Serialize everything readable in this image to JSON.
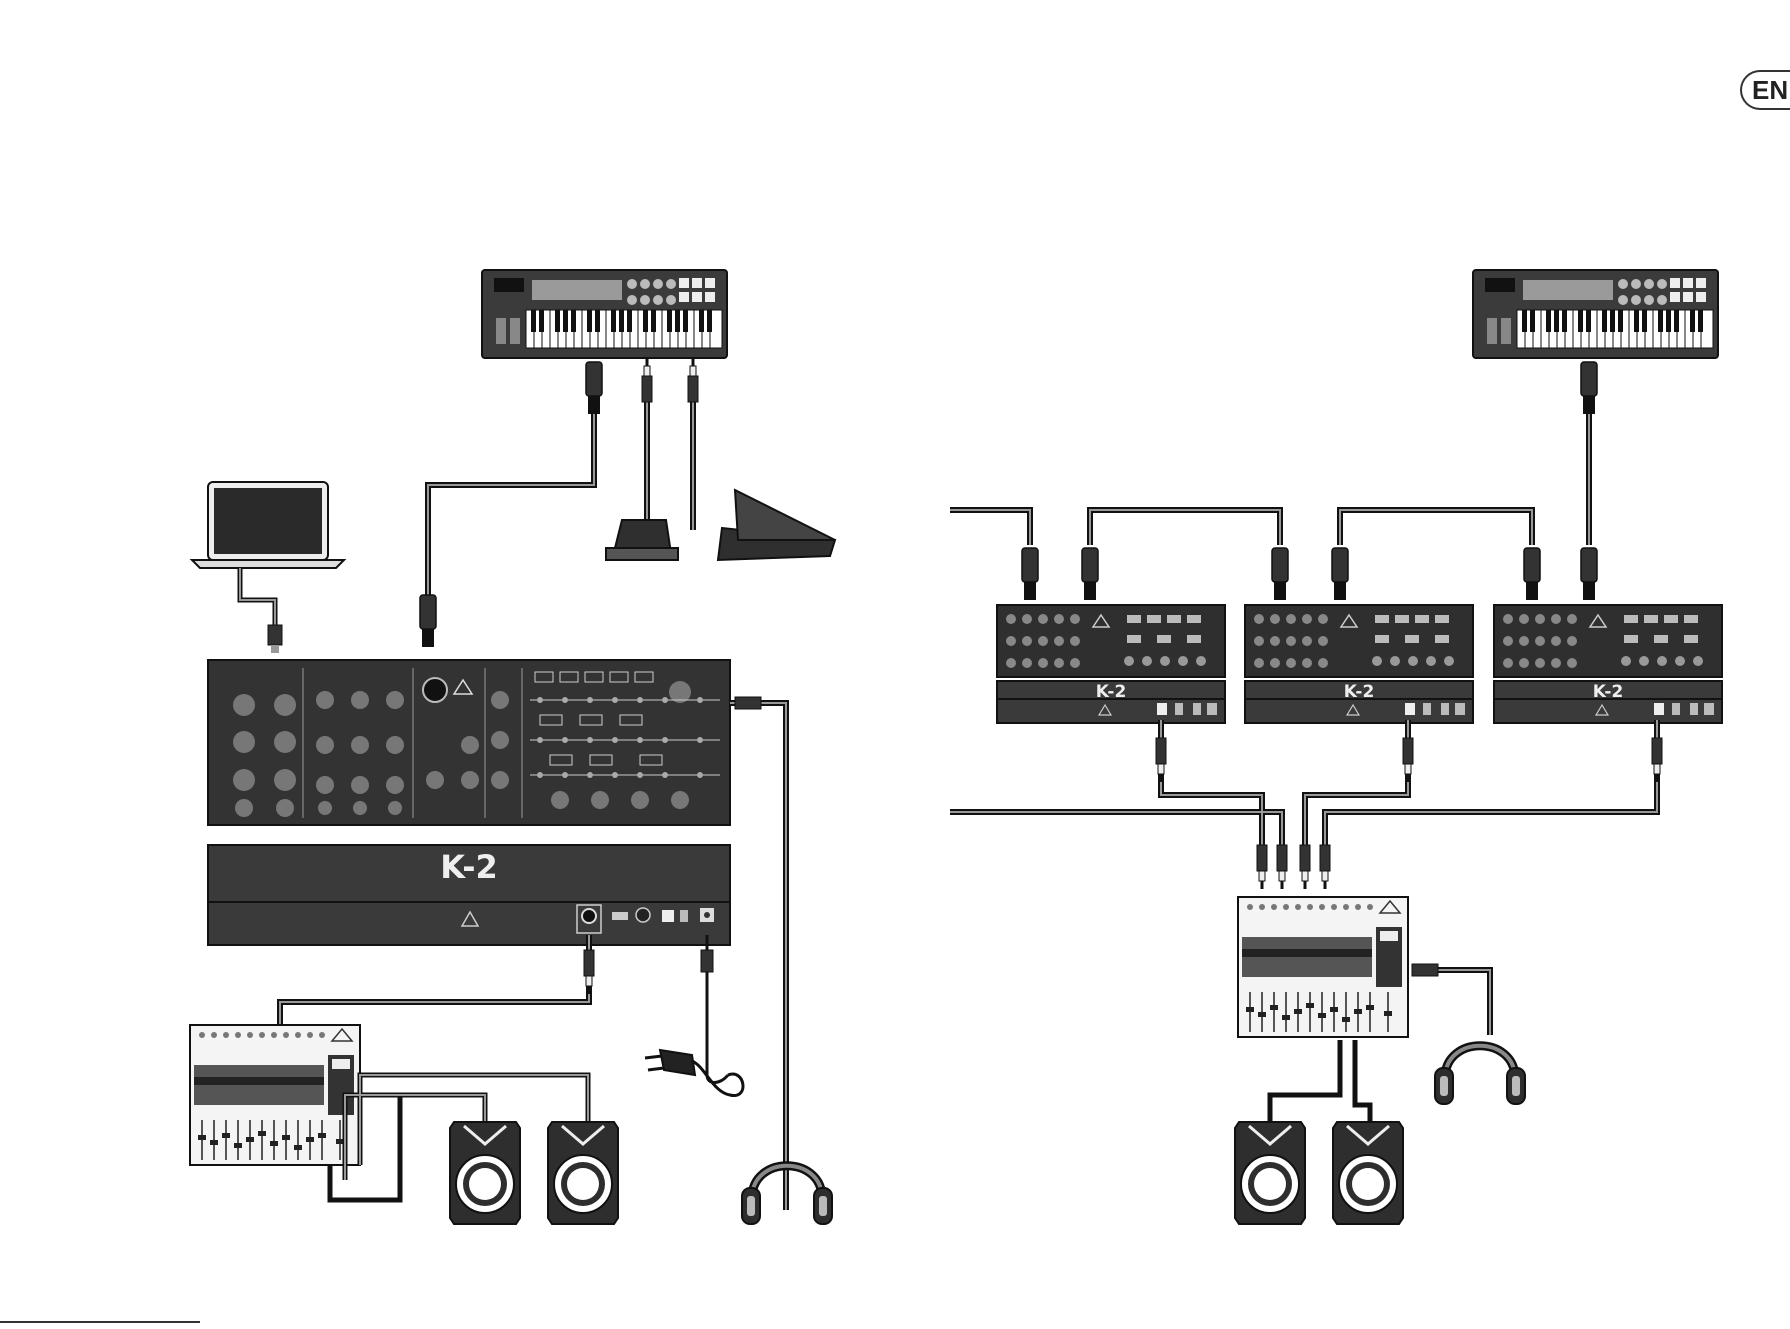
{
  "language_badge": "EN",
  "device_labels": {
    "main_synth_case": "K-2",
    "chain_synth_1": "K-2",
    "chain_synth_2": "K-2",
    "chain_synth_3": "K-2"
  },
  "colors": {
    "device_dark": "#3a3a3a",
    "device_darker": "#262626",
    "cable": "#444444",
    "outline": "#1a1a1a"
  }
}
